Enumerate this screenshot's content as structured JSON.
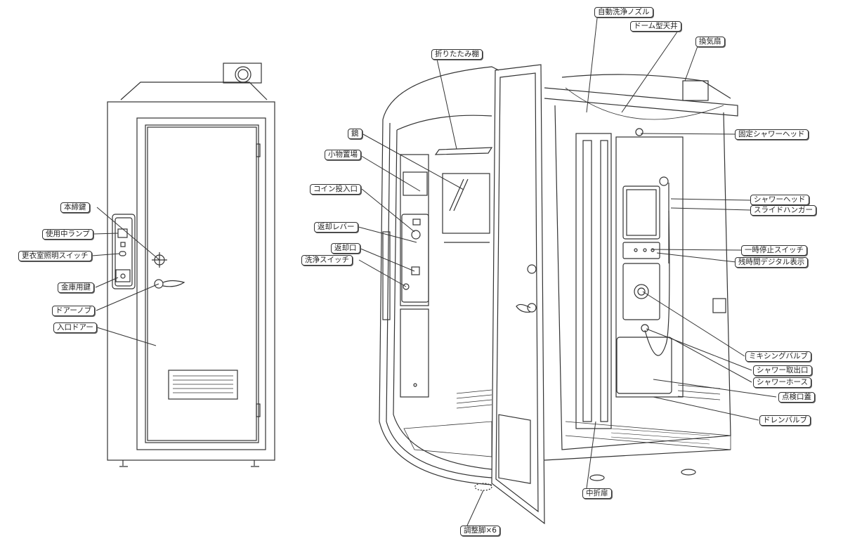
{
  "left_booth": {
    "labels": {
      "main_lock": "本締鍵",
      "in_use_lamp": "使用中ランプ",
      "dressing_light_switch": "更衣室照明スイッチ",
      "safe_key": "金庫用鍵",
      "door_knob": "ドアーノブ",
      "entrance_door": "入口ドアー"
    }
  },
  "right_booth": {
    "labels": {
      "folding_shelf": "折りたたみ棚",
      "mirror": "鏡",
      "accessory_shelf": "小物置場",
      "coin_slot": "コイン投入口",
      "return_lever": "返却レバー",
      "return_slot": "返却口",
      "cleaning_switch": "洗浄スイッチ",
      "adjuster_feet": "調整脚×6",
      "center_folding_door": "中折扉",
      "auto_cleaning_nozzle": "自動洗浄ノズル",
      "dome_ceiling": "ドーム型天井",
      "ventilation_fan": "換気扇",
      "fixed_shower_head": "固定シャワーヘッド",
      "shower_head": "シャワーヘッド",
      "slide_hanger": "スライドハンガー",
      "pause_switch": "一時停止スイッチ",
      "remaining_time_display": "残時間デジタル表示",
      "mixing_valve": "ミキシングバルブ",
      "shower_outlet": "シャワー取出口",
      "shower_hose": "シャワーホース",
      "inspection_cover": "点検口蓋",
      "drain_valve": "ドレンバルブ"
    }
  }
}
